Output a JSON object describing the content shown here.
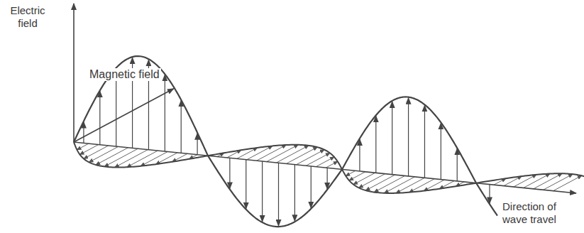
{
  "diagram": {
    "labels": [
      "Electric field",
      "Magnetic field",
      "Direction of wave travel"
    ]
  }
}
